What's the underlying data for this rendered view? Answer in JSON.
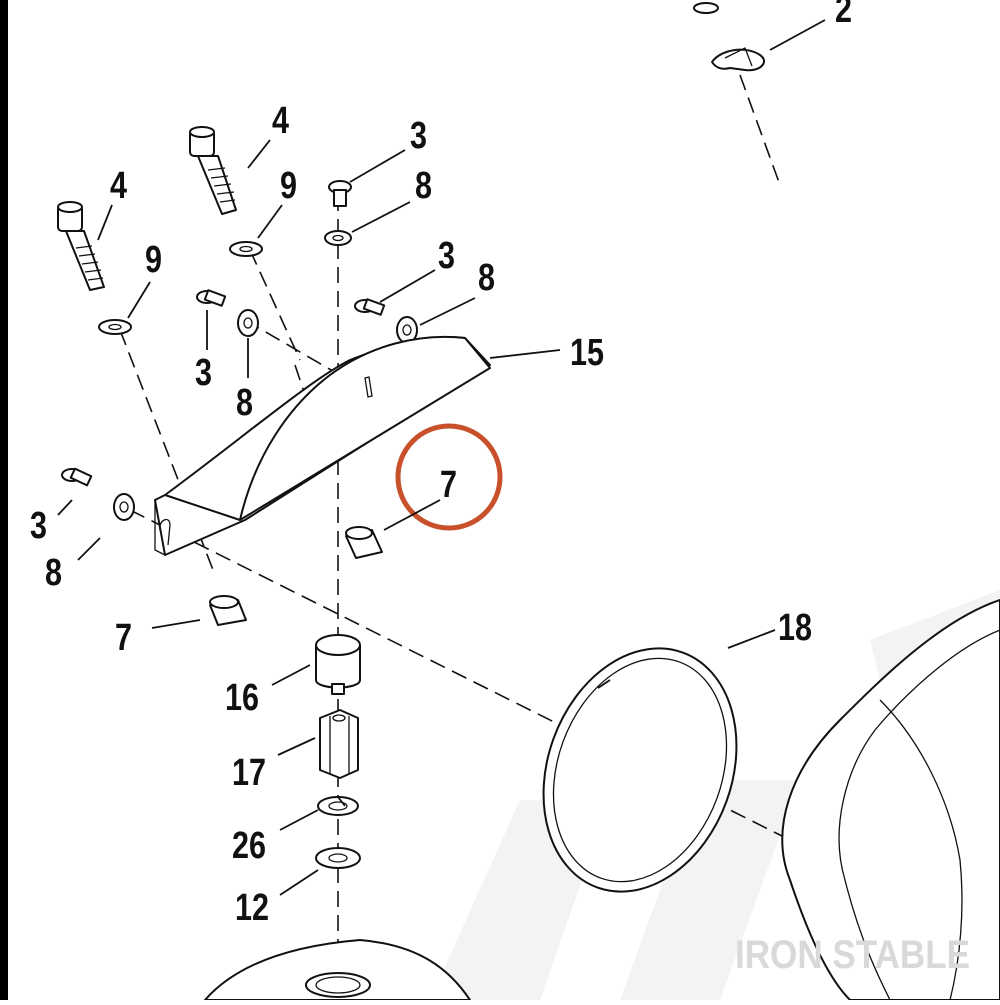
{
  "diagram": {
    "highlight_color": "#c8502a",
    "watermark_text": "IRON STABLE",
    "callouts": {
      "c2": "2",
      "c4a": "4",
      "c4b": "4",
      "c3a": "3",
      "c8a": "8",
      "c9a": "9",
      "c9b": "9",
      "c3b": "3",
      "c8b": "8",
      "c15": "15",
      "c3c": "3",
      "c8c": "8",
      "c7a": "7",
      "c3d": "3",
      "c8d": "8",
      "c7b": "7",
      "c18": "18",
      "c16": "16",
      "c17": "17",
      "c26": "26",
      "c12": "12"
    }
  }
}
